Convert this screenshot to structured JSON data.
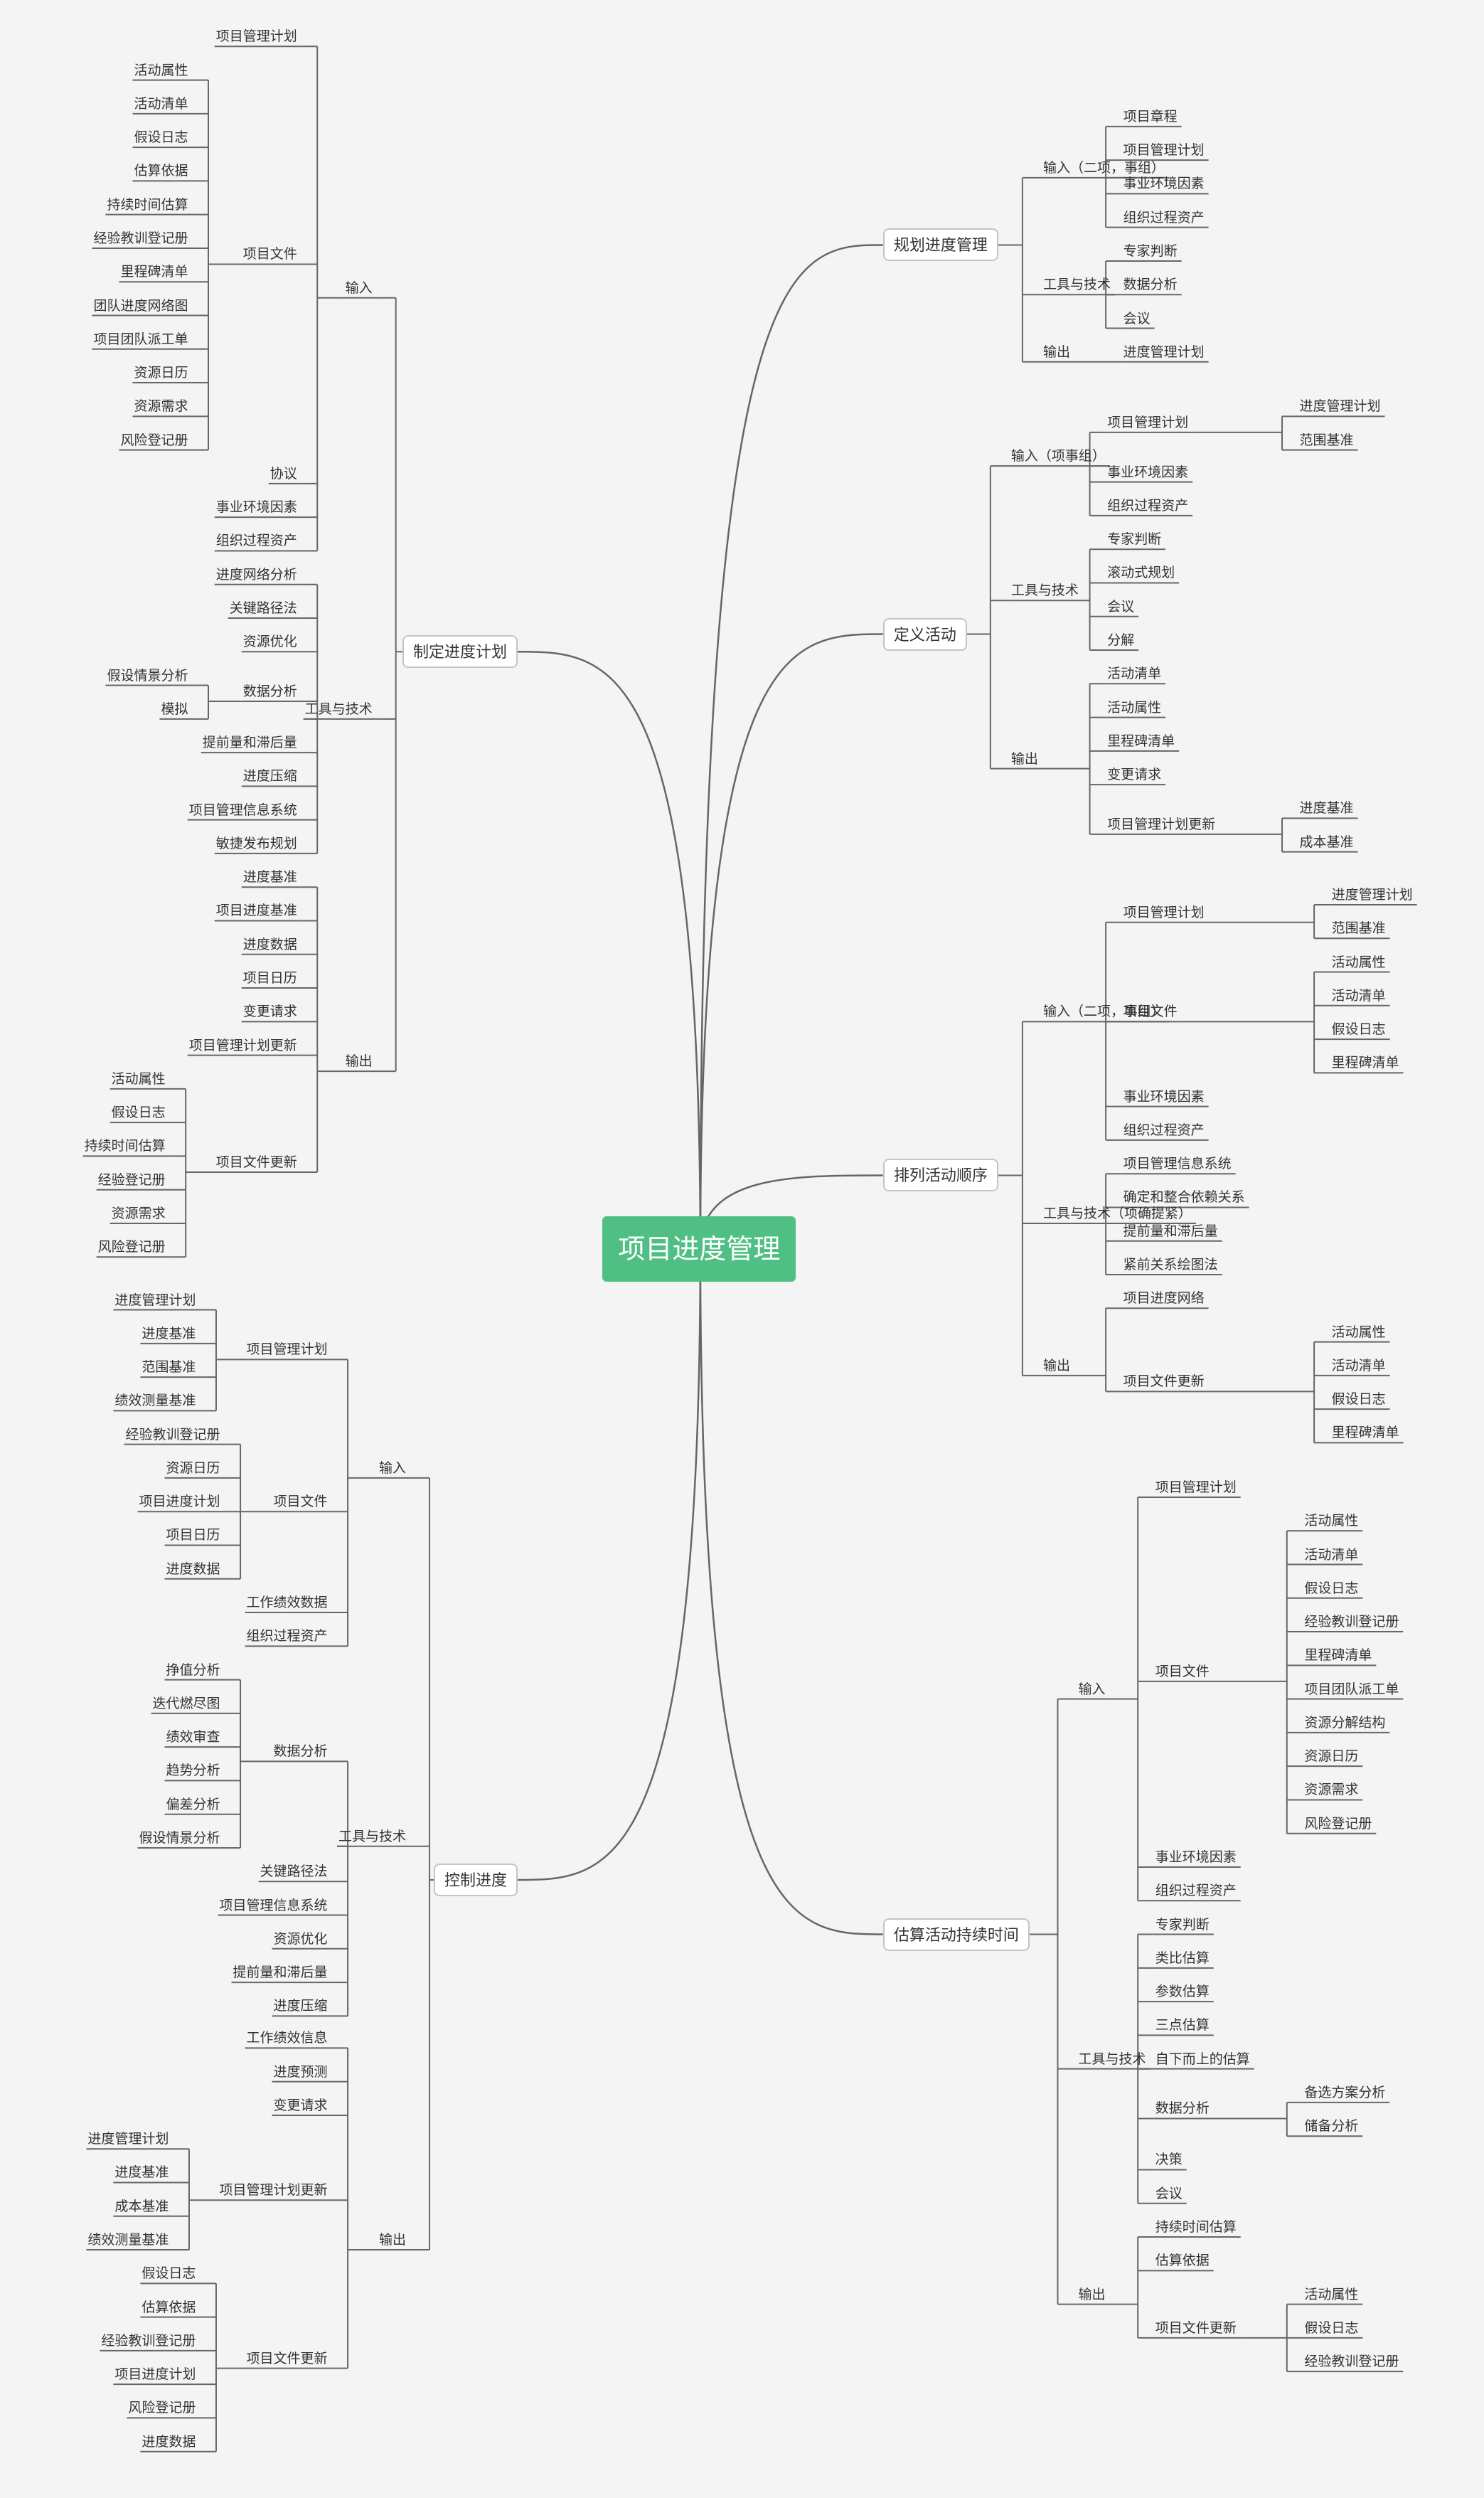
{
  "root": "项目进度管理",
  "branches": [
    {
      "label": "规划进度管理",
      "children": [
        {
          "label": "输入（二项，事组）",
          "children": [
            {
              "label": "项目章程"
            },
            {
              "label": "项目管理计划"
            },
            {
              "label": "事业环境因素"
            },
            {
              "label": "组织过程资产"
            }
          ]
        },
        {
          "label": "工具与技术",
          "children": [
            {
              "label": "专家判断"
            },
            {
              "label": "数据分析"
            },
            {
              "label": "会议"
            }
          ]
        },
        {
          "label": "输出",
          "children": [
            {
              "label": "进度管理计划"
            }
          ]
        }
      ]
    },
    {
      "label": "定义活动",
      "children": [
        {
          "label": "输入（项事组）",
          "children": [
            {
              "label": "项目管理计划",
              "children": [
                {
                  "label": "进度管理计划"
                },
                {
                  "label": "范围基准"
                }
              ]
            },
            {
              "label": "事业环境因素"
            },
            {
              "label": "组织过程资产"
            }
          ]
        },
        {
          "label": "工具与技术",
          "children": [
            {
              "label": "专家判断"
            },
            {
              "label": "滚动式规划"
            },
            {
              "label": "会议"
            },
            {
              "label": "分解"
            }
          ]
        },
        {
          "label": "输出",
          "children": [
            {
              "label": "活动清单"
            },
            {
              "label": "活动属性"
            },
            {
              "label": "里程碑清单"
            },
            {
              "label": "变更请求"
            },
            {
              "label": "项目管理计划更新",
              "children": [
                {
                  "label": "进度基准"
                },
                {
                  "label": "成本基准"
                }
              ]
            }
          ]
        }
      ]
    },
    {
      "label": "排列活动顺序",
      "children": [
        {
          "label": "输入（二项，事组）",
          "children": [
            {
              "label": "项目管理计划",
              "children": [
                {
                  "label": "进度管理计划"
                },
                {
                  "label": "范围基准"
                }
              ]
            },
            {
              "label": "项目文件",
              "children": [
                {
                  "label": "活动属性"
                },
                {
                  "label": "活动清单"
                },
                {
                  "label": "假设日志"
                },
                {
                  "label": "里程碑清单"
                }
              ]
            },
            {
              "label": "事业环境因素"
            },
            {
              "label": "组织过程资产"
            }
          ]
        },
        {
          "label": "工具与技术（项确提紧）",
          "children": [
            {
              "label": "项目管理信息系统"
            },
            {
              "label": "确定和整合依赖关系"
            },
            {
              "label": "提前量和滞后量"
            },
            {
              "label": "紧前关系绘图法"
            }
          ]
        },
        {
          "label": "输出",
          "children": [
            {
              "label": "项目进度网络"
            },
            {
              "label": "项目文件更新",
              "children": [
                {
                  "label": "活动属性"
                },
                {
                  "label": "活动清单"
                },
                {
                  "label": "假设日志"
                },
                {
                  "label": "里程碑清单"
                }
              ]
            }
          ]
        }
      ]
    },
    {
      "label": "估算活动持续时间",
      "children": [
        {
          "label": "输入",
          "children": [
            {
              "label": "项目管理计划"
            },
            {
              "label": "项目文件",
              "children": [
                {
                  "label": "活动属性"
                },
                {
                  "label": "活动清单"
                },
                {
                  "label": "假设日志"
                },
                {
                  "label": "经验教训登记册"
                },
                {
                  "label": "里程碑清单"
                },
                {
                  "label": "项目团队派工单"
                },
                {
                  "label": "资源分解结构"
                },
                {
                  "label": "资源日历"
                },
                {
                  "label": "资源需求"
                },
                {
                  "label": "风险登记册"
                }
              ]
            },
            {
              "label": "事业环境因素"
            },
            {
              "label": "组织过程资产"
            }
          ]
        },
        {
          "label": "工具与技术",
          "children": [
            {
              "label": "专家判断"
            },
            {
              "label": "类比估算"
            },
            {
              "label": "参数估算"
            },
            {
              "label": "三点估算"
            },
            {
              "label": "自下而上的估算"
            },
            {
              "label": "数据分析",
              "children": [
                {
                  "label": "备选方案分析"
                },
                {
                  "label": "储备分析"
                }
              ]
            },
            {
              "label": "决策"
            },
            {
              "label": "会议"
            }
          ]
        },
        {
          "label": "输出",
          "children": [
            {
              "label": "持续时间估算"
            },
            {
              "label": "估算依据"
            },
            {
              "label": "项目文件更新",
              "children": [
                {
                  "label": "活动属性"
                },
                {
                  "label": "假设日志"
                },
                {
                  "label": "经验教训登记册"
                }
              ]
            }
          ]
        }
      ]
    },
    {
      "label": "制定进度计划",
      "children": [
        {
          "label": "输入",
          "children": [
            {
              "label": "项目管理计划"
            },
            {
              "label": "项目文件",
              "children": [
                {
                  "label": "活动属性"
                },
                {
                  "label": "活动清单"
                },
                {
                  "label": "假设日志"
                },
                {
                  "label": "估算依据"
                },
                {
                  "label": "持续时间估算"
                },
                {
                  "label": "经验教训登记册"
                },
                {
                  "label": "里程碑清单"
                },
                {
                  "label": "团队进度网络图"
                },
                {
                  "label": "项目团队派工单"
                },
                {
                  "label": "资源日历"
                },
                {
                  "label": "资源需求"
                },
                {
                  "label": "风险登记册"
                }
              ]
            },
            {
              "label": "协议"
            },
            {
              "label": "事业环境因素"
            },
            {
              "label": "组织过程资产"
            }
          ]
        },
        {
          "label": "工具与技术",
          "children": [
            {
              "label": "进度网络分析"
            },
            {
              "label": "关键路径法"
            },
            {
              "label": "资源优化"
            },
            {
              "label": "数据分析",
              "children": [
                {
                  "label": "假设情景分析"
                },
                {
                  "label": "模拟"
                }
              ]
            },
            {
              "label": "提前量和滞后量"
            },
            {
              "label": "进度压缩"
            },
            {
              "label": "项目管理信息系统"
            },
            {
              "label": "敏捷发布规划"
            }
          ]
        },
        {
          "label": "输出",
          "children": [
            {
              "label": "进度基准"
            },
            {
              "label": "项目进度基准"
            },
            {
              "label": "进度数据"
            },
            {
              "label": "项目日历"
            },
            {
              "label": "变更请求"
            },
            {
              "label": "项目管理计划更新"
            },
            {
              "label": "项目文件更新",
              "children": [
                {
                  "label": "活动属性"
                },
                {
                  "label": "假设日志"
                },
                {
                  "label": "持续时间估算"
                },
                {
                  "label": "经验登记册"
                },
                {
                  "label": "资源需求"
                },
                {
                  "label": "风险登记册"
                }
              ]
            }
          ]
        }
      ]
    },
    {
      "label": "控制进度",
      "children": [
        {
          "label": "输入",
          "children": [
            {
              "label": "项目管理计划",
              "children": [
                {
                  "label": "进度管理计划"
                },
                {
                  "label": "进度基准"
                },
                {
                  "label": "范围基准"
                },
                {
                  "label": "绩效测量基准"
                }
              ]
            },
            {
              "label": "项目文件",
              "children": [
                {
                  "label": "经验教训登记册"
                },
                {
                  "label": "资源日历"
                },
                {
                  "label": "项目进度计划"
                },
                {
                  "label": "项目日历"
                },
                {
                  "label": "进度数据"
                }
              ]
            },
            {
              "label": "工作绩效数据"
            },
            {
              "label": "组织过程资产"
            }
          ]
        },
        {
          "label": "工具与技术",
          "children": [
            {
              "label": "数据分析",
              "children": [
                {
                  "label": "挣值分析"
                },
                {
                  "label": "迭代燃尽图"
                },
                {
                  "label": "绩效审查"
                },
                {
                  "label": "趋势分析"
                },
                {
                  "label": "偏差分析"
                },
                {
                  "label": "假设情景分析"
                }
              ]
            },
            {
              "label": "关键路径法"
            },
            {
              "label": "项目管理信息系统"
            },
            {
              "label": "资源优化"
            },
            {
              "label": "提前量和滞后量"
            },
            {
              "label": "进度压缩"
            }
          ]
        },
        {
          "label": "输出",
          "children": [
            {
              "label": "工作绩效信息"
            },
            {
              "label": "进度预测"
            },
            {
              "label": "变更请求"
            },
            {
              "label": "项目管理计划更新",
              "children": [
                {
                  "label": "进度管理计划"
                },
                {
                  "label": "进度基准"
                },
                {
                  "label": "成本基准"
                },
                {
                  "label": "绩效测量基准"
                }
              ]
            },
            {
              "label": "项目文件更新",
              "children": [
                {
                  "label": "假设日志"
                },
                {
                  "label": "估算依据"
                },
                {
                  "label": "经验教训登记册"
                },
                {
                  "label": "项目进度计划"
                },
                {
                  "label": "风险登记册"
                },
                {
                  "label": "进度数据"
                }
              ]
            }
          ]
        }
      ]
    }
  ]
}
